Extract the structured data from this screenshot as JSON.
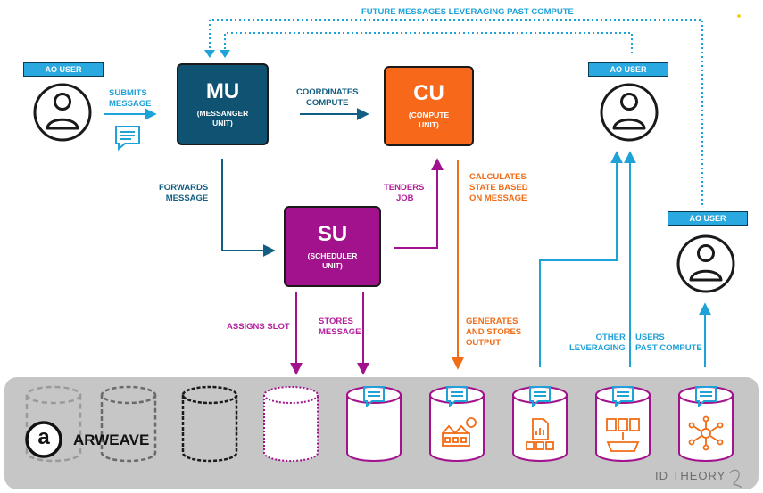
{
  "title": "FUTURE MESSAGES LEVERAGING PAST COMPUTE",
  "user_tags": [
    "AO USER",
    "AO USER",
    "AO USER"
  ],
  "nodes": {
    "mu": {
      "abbr": "MU",
      "name_line1": "(MESSANGER",
      "name_line2": "UNIT)"
    },
    "cu": {
      "abbr": "CU",
      "name_line1": "(COMPUTE",
      "name_line2": "UNIT)"
    },
    "su": {
      "abbr": "SU",
      "name_line1": "(SCHEDULER",
      "name_line2": "UNIT)"
    }
  },
  "edges": {
    "submits": [
      "SUBMITS",
      "MESSAGE"
    ],
    "coordinates": [
      "COORDINATES",
      "COMPUTE"
    ],
    "forwards": [
      "FORWARDS",
      "MESSAGE"
    ],
    "tenders": [
      "TENDERS",
      "JOB"
    ],
    "calculates": [
      "CALCULATES",
      "STATE BASED",
      "ON MESSAGE"
    ],
    "assigns": [
      "ASSIGNS SLOT"
    ],
    "stores": [
      "STORES",
      "MESSAGE"
    ],
    "generates": [
      "GENERATES",
      "AND STORES",
      "OUTPUT"
    ],
    "other": [
      "OTHER",
      "LEVERAGING"
    ],
    "users": [
      "USERS",
      "PAST COMPUTE"
    ]
  },
  "brand": {
    "logo_letter": "a",
    "name": "ARWEAVE"
  },
  "footer": {
    "credit": "ID THEORY"
  },
  "colors": {
    "mu": "#0f5272",
    "cu": "#f7681b",
    "su": "#a3128d",
    "user_tag": "#29a9e0",
    "blue_text": "#1fa2d8",
    "navy_text": "#125e82",
    "purple_text": "#b4209c",
    "orange_text": "#f26c16",
    "storage_bar": "#c6c6c6"
  }
}
